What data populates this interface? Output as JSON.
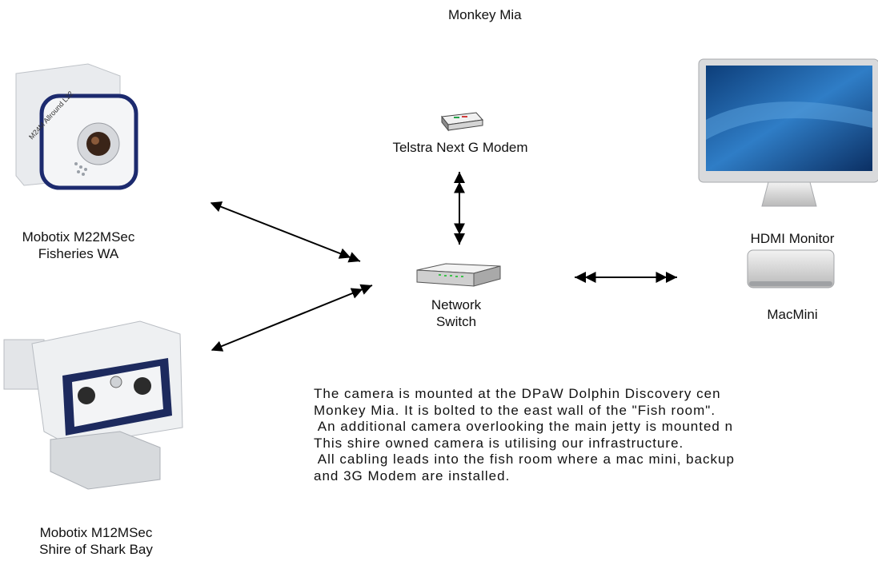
{
  "title": "Monkey Mia",
  "devices": {
    "camera1": {
      "name": "Mobotix M22MSec",
      "owner": "Fisheries WA",
      "housing_text": "M24M Allround L22"
    },
    "camera2": {
      "name": "Mobotix M12MSec",
      "owner": "Shire of Shark Bay"
    },
    "modem": {
      "name": "Telstra Next G Modem"
    },
    "switch": {
      "line1": "Network",
      "line2": "Switch"
    },
    "monitor": {
      "name": "HDMI Monitor"
    },
    "macmini": {
      "name": "MacMini"
    }
  },
  "description": [
    "The camera is mounted at the DPaW Dolphin Discovery cen",
    "Monkey Mia. It is bolted to the east wall of the \"Fish room\".",
    " An additional camera overlooking the main jetty is mounted n",
    "This shire owned camera is utilising our infrastructure.",
    " All cabling leads into the fish room where a mac mini, backup",
    "and 3G Modem are installed."
  ],
  "colors": {
    "arrow": "#000000",
    "camera_trim": "#1c2a6e",
    "screen": "#2b6fb3"
  }
}
